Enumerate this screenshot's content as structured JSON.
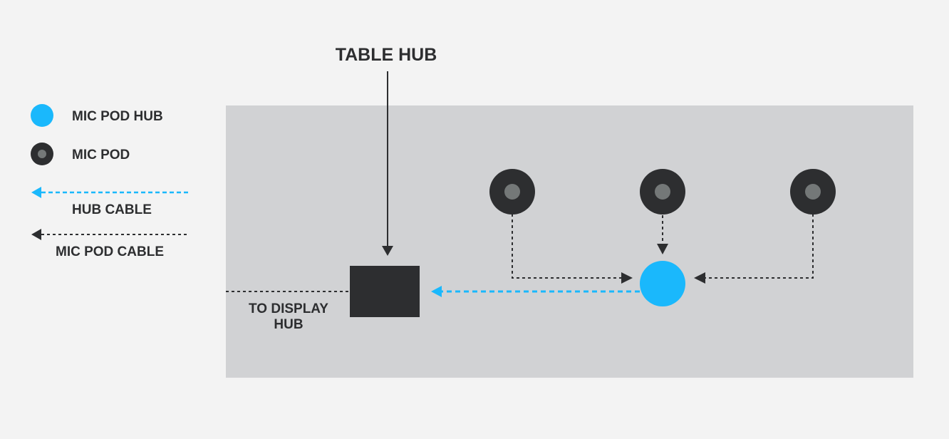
{
  "title": "TABLE HUB",
  "legend": {
    "mic_pod_hub": "MIC POD HUB",
    "mic_pod": "MIC POD",
    "hub_cable": "HUB CABLE",
    "mic_pod_cable": "MIC POD CABLE"
  },
  "display_label": {
    "line1": "TO DISPLAY",
    "line2": "HUB"
  },
  "colors": {
    "background": "#f3f3f3",
    "table": "#d1d2d4",
    "dark": "#2d2e30",
    "hub_blue": "#1ab8fc",
    "pod_center": "#747878"
  }
}
